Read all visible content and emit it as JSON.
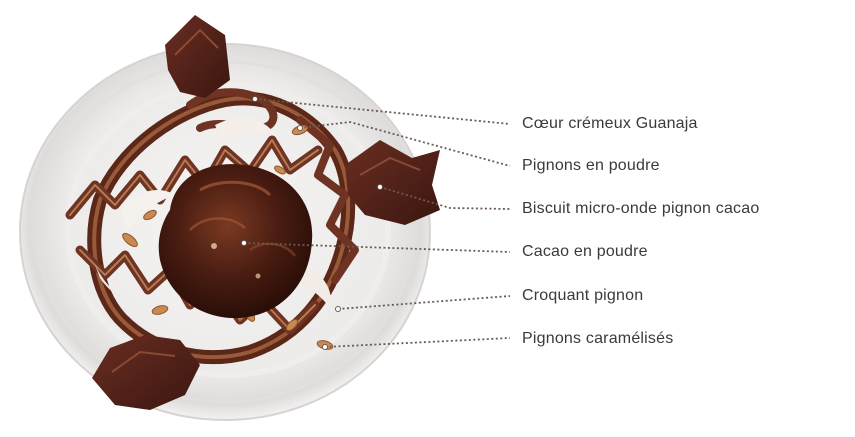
{
  "dessert": {
    "annotations": [
      {
        "label": "Cœur crémeux Guanaja"
      },
      {
        "label": "Pignons en poudre"
      },
      {
        "label": "Biscuit micro-onde pignon cacao"
      },
      {
        "label": "Cacao en poudre"
      },
      {
        "label": "Croquant pignon"
      },
      {
        "label": "Pignons caramélisés"
      }
    ]
  },
  "colors": {
    "leader_line": "#6b5a52",
    "label_text": "#3a3a3a",
    "chocolate_dark": "#3d1810",
    "chocolate_mid": "#6e3322",
    "plate": "#e9e7e6"
  }
}
